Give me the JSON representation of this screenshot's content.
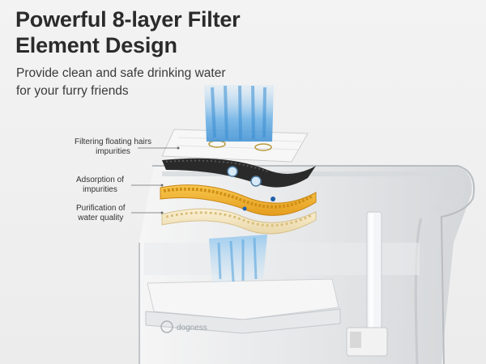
{
  "headline": {
    "line1": "Powerful 8-layer Filter",
    "line2": "Element Design"
  },
  "subheadline": {
    "line1": "Provide clean and safe drinking water",
    "line2": "for your furry friends"
  },
  "callouts": [
    {
      "line1": "Filtering floating hairs",
      "line2": "impurities"
    },
    {
      "line1": "Adsorption of",
      "line2": "impurities"
    },
    {
      "line1": "Purification of",
      "line2": "water quality"
    }
  ],
  "brand_logo_text": "dogness",
  "colors": {
    "background": "#f1f1f1",
    "headline_text": "#2b2b2b",
    "water_blue": "#5aa7e0",
    "orange_layer": "#f0b132",
    "carbon_layer": "#2a2a2a"
  }
}
